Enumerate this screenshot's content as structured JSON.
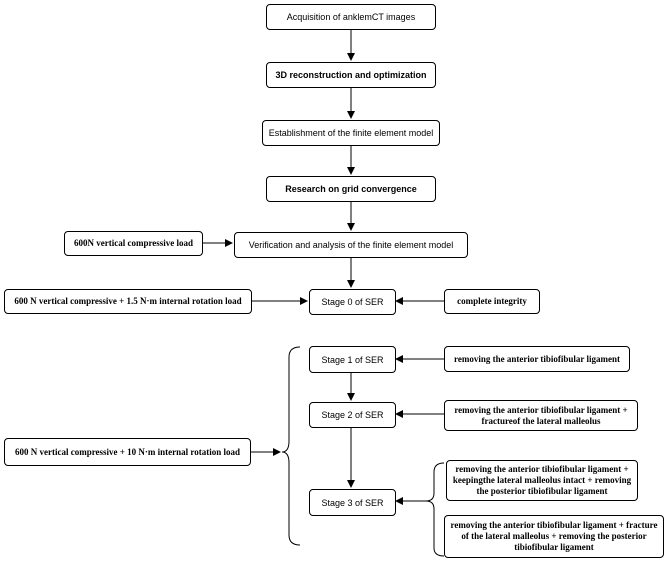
{
  "nodes": {
    "n1": {
      "label": "Acquisition of anklemCT images"
    },
    "n2": {
      "label": "3D reconstruction and optimization"
    },
    "n3": {
      "label": "Establishment of the finite element model"
    },
    "n4": {
      "label": "Research on grid convergence"
    },
    "n5": {
      "label": "Verification and analysis of the finite element model"
    },
    "load_600n": {
      "label": "600N vertical compressive load"
    },
    "stage0": {
      "label": "Stage 0 of SER"
    },
    "load_1_5": {
      "label": "600 N vertical compressive + 1.5 N·m internal rotation load"
    },
    "integrity": {
      "label": "complete integrity"
    },
    "stage1": {
      "label": "Stage 1 of SER"
    },
    "cond1": {
      "label": "removing the anterior tibiofibular ligament"
    },
    "stage2": {
      "label": "Stage 2 of SER"
    },
    "cond2": {
      "label": "removing the anterior tibiofibular ligament + fractureof the lateral malleolus"
    },
    "load_10": {
      "label": "600 N vertical compressive + 10 N·m internal rotation load"
    },
    "stage3": {
      "label": "Stage 3 of SER"
    },
    "cond3a": {
      "label": "removing the anterior tibiofibular ligament + keepingthe lateral malleolus intact + removing the posterior tibiofibular ligament"
    },
    "cond3b": {
      "label": "removing the anterior tibiofibular ligament + fracture of the lateral malleolus + removing the posterior tibiofibular ligament"
    }
  },
  "colors": {
    "line": "#000000",
    "box_border": "#000000",
    "background": "#ffffff"
  }
}
